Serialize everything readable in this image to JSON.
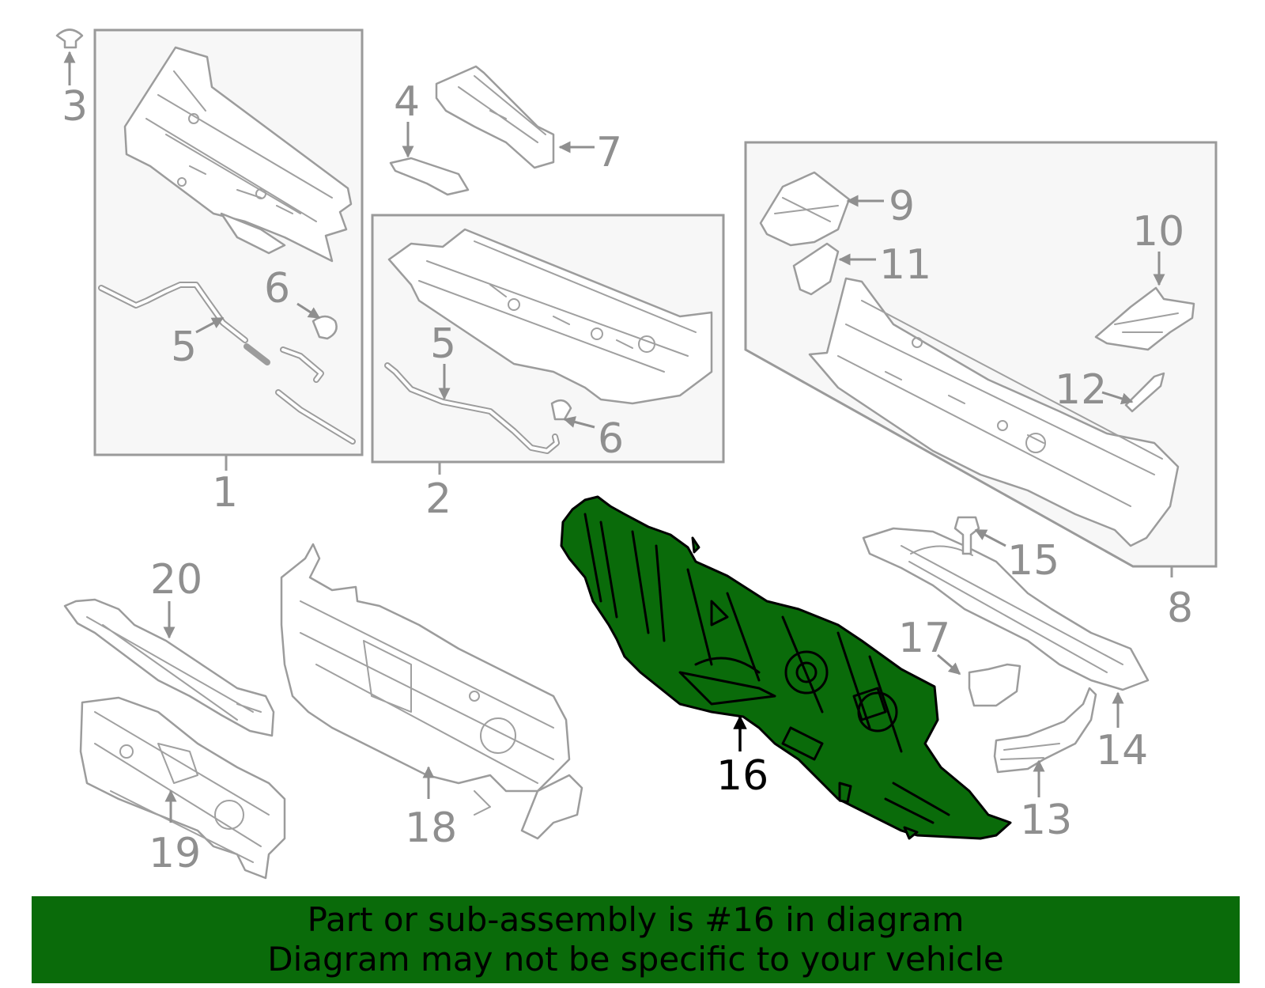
{
  "colors": {
    "highlight": "#0a6b0a",
    "outline_gray": "#9c9c9c",
    "banner_bg": "#0a6b0a",
    "banner_text": "#000000"
  },
  "highlighted_part": "16",
  "callouts": {
    "c1": "1",
    "c2": "2",
    "c3": "3",
    "c4": "4",
    "c5a": "5",
    "c5b": "5",
    "c6a": "6",
    "c6b": "6",
    "c7": "7",
    "c8": "8",
    "c9": "9",
    "c10": "10",
    "c11": "11",
    "c12": "12",
    "c13": "13",
    "c14": "14",
    "c15": "15",
    "c16": "16",
    "c17": "17",
    "c18": "18",
    "c19": "19",
    "c20": "20"
  },
  "banner": {
    "line1": "Part or sub-assembly is #16 in diagram",
    "line2": "Diagram may not be specific to your vehicle"
  }
}
